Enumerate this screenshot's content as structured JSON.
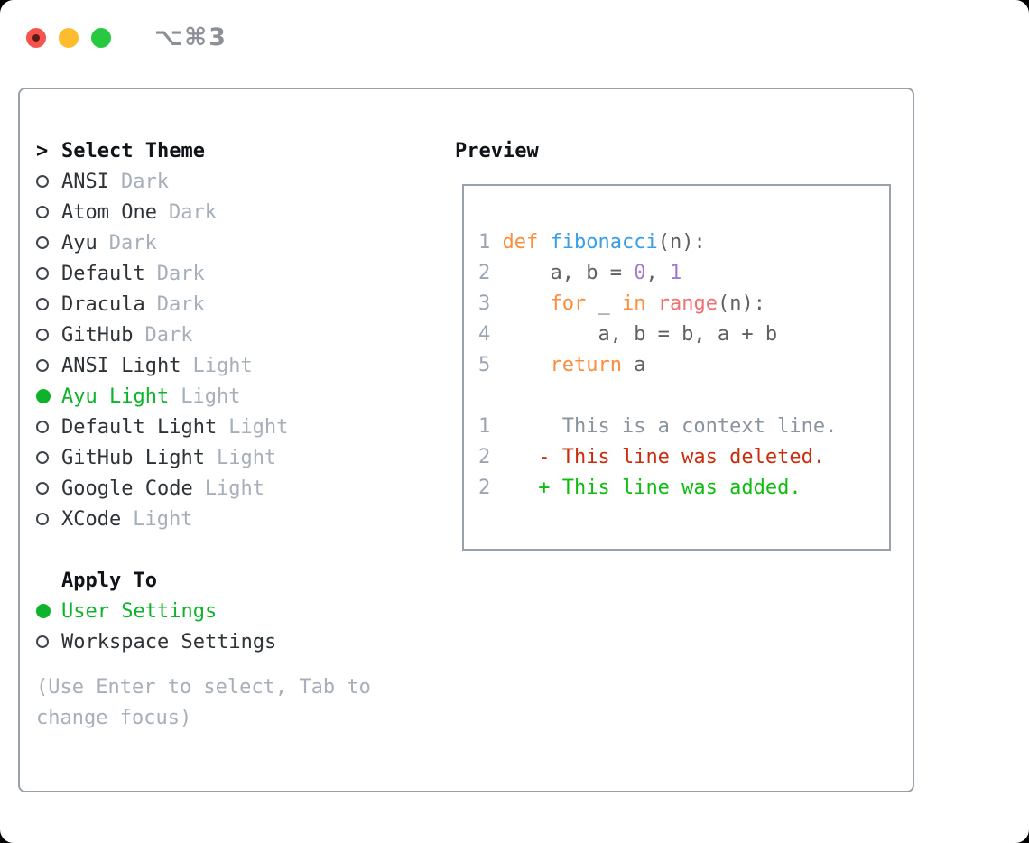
{
  "window": {
    "title": "⌥⌘3",
    "traffic_lights": [
      "close",
      "minimize",
      "zoom"
    ]
  },
  "theme_panel": {
    "select_header": {
      "caret": ">",
      "label": "Select Theme"
    },
    "themes": [
      {
        "name": "ANSI",
        "variant": "Dark",
        "selected": false
      },
      {
        "name": "Atom One",
        "variant": "Dark",
        "selected": false
      },
      {
        "name": "Ayu",
        "variant": "Dark",
        "selected": false
      },
      {
        "name": "Default",
        "variant": "Dark",
        "selected": false
      },
      {
        "name": "Dracula",
        "variant": "Dark",
        "selected": false
      },
      {
        "name": "GitHub",
        "variant": "Dark",
        "selected": false
      },
      {
        "name": "ANSI Light",
        "variant": "Light",
        "selected": false
      },
      {
        "name": "Ayu Light",
        "variant": "Light",
        "selected": true
      },
      {
        "name": "Default Light",
        "variant": "Light",
        "selected": false
      },
      {
        "name": "GitHub Light",
        "variant": "Light",
        "selected": false
      },
      {
        "name": "Google Code",
        "variant": "Light",
        "selected": false
      },
      {
        "name": "XCode",
        "variant": "Light",
        "selected": false
      }
    ],
    "apply_to": {
      "label": "Apply To",
      "options": [
        {
          "label": "User Settings",
          "selected": true
        },
        {
          "label": "Workspace Settings",
          "selected": false
        }
      ]
    },
    "hint": "(Use Enter to select, Tab to\nchange focus)"
  },
  "preview": {
    "label": "Preview",
    "code_lines": [
      [
        [
          "num",
          "1"
        ],
        [
          "plain",
          " "
        ],
        [
          "kw",
          "def"
        ],
        [
          "plain",
          " "
        ],
        [
          "fn",
          "fibonacci"
        ],
        [
          "plain",
          "(n):"
        ]
      ],
      [
        [
          "num",
          "2"
        ],
        [
          "plain",
          "     a, b = "
        ],
        [
          "const",
          "0"
        ],
        [
          "plain",
          ", "
        ],
        [
          "const",
          "1"
        ]
      ],
      [
        [
          "num",
          "3"
        ],
        [
          "plain",
          "     "
        ],
        [
          "kw",
          "for"
        ],
        [
          "plain",
          " _ "
        ],
        [
          "kw",
          "in"
        ],
        [
          "plain",
          " "
        ],
        [
          "special",
          "range"
        ],
        [
          "plain",
          "(n):"
        ]
      ],
      [
        [
          "num",
          "4"
        ],
        [
          "plain",
          "         a, b = b, a + b"
        ]
      ],
      [
        [
          "num",
          "5"
        ],
        [
          "plain",
          "     "
        ],
        [
          "kw",
          "return"
        ],
        [
          "plain",
          " a"
        ]
      ],
      [],
      [
        [
          "num",
          "1"
        ],
        [
          "ctx",
          "      This is a context line."
        ]
      ],
      [
        [
          "num",
          "2"
        ],
        [
          "plain",
          "    "
        ],
        [
          "del",
          "- This line was deleted."
        ]
      ],
      [
        [
          "num",
          "2"
        ],
        [
          "plain",
          "    "
        ],
        [
          "add",
          "+ This line was added."
        ]
      ]
    ]
  },
  "colors": {
    "traffic-red": "#f4544d",
    "traffic-red-dot": "#5f1a12",
    "traffic-yellow": "#fdbc2e",
    "traffic-green": "#28c840",
    "title-gray": "#8b9096",
    "border-gray": "#99a1ab",
    "text-dark": "#2e3338",
    "muted-gray": "#a6afba",
    "sel-green": "#0db32a",
    "kw-orange": "#fa8d3e",
    "fn-blue": "#399ee6",
    "const-purple": "#a37acc",
    "special-coral": "#f07171",
    "code-fg": "#5c6166",
    "line-num": "#9aa5b1",
    "ctx-gray": "#8a939e",
    "del-red": "#c92d0d",
    "add-green": "#0fbd11"
  }
}
